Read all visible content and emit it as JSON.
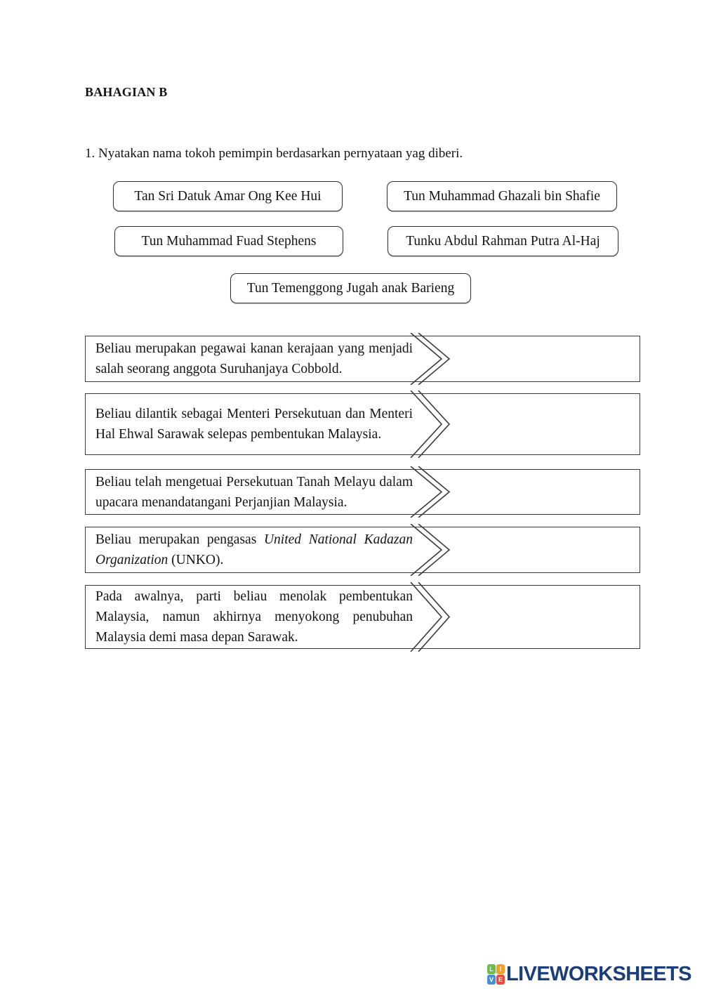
{
  "document": {
    "section_title": "BAHAGIAN B",
    "question": "1. Nyatakan nama tokoh pemimpin berdasarkan pernyataan yag diberi."
  },
  "name_options": [
    {
      "label": "Tan Sri Datuk Amar Ong Kee Hui"
    },
    {
      "label": "Tun Muhammad Ghazali bin Shafie"
    },
    {
      "label": "Tun Muhammad Fuad Stephens"
    },
    {
      "label": "Tunku Abdul Rahman Putra Al-Haj"
    },
    {
      "label": "Tun Temenggong Jugah anak Barieng"
    }
  ],
  "statements": [
    {
      "parts": [
        {
          "text": "Beliau merupakan pegawai kanan kerajaan yang menjadi salah seorang anggota Suruhanjaya Cobbold.",
          "italic": false
        }
      ],
      "answer": ""
    },
    {
      "parts": [
        {
          "text": "Beliau dilantik sebagai Menteri Persekutuan dan Menteri Hal Ehwal Sarawak selepas pembentukan Malaysia.",
          "italic": false
        }
      ],
      "answer": ""
    },
    {
      "parts": [
        {
          "text": "Beliau telah mengetuai Persekutuan Tanah Melayu dalam upacara menandatangani Perjanjian Malaysia.",
          "italic": false
        }
      ],
      "answer": ""
    },
    {
      "parts": [
        {
          "text": "Beliau merupakan pengasas ",
          "italic": false
        },
        {
          "text": "United National Kadazan Organization",
          "italic": true
        },
        {
          "text": " (UNKO).",
          "italic": false
        }
      ],
      "answer": ""
    },
    {
      "parts": [
        {
          "text": "Pada awalnya, parti beliau menolak pembentukan Malaysia, namun akhirnya menyokong penubuhan Malaysia demi masa depan Sarawak.",
          "italic": false
        }
      ],
      "answer": ""
    }
  ],
  "footer": {
    "brand": "LIVEWORKSHEETS",
    "brand_color": "#1b3d79",
    "logo_tiles": [
      {
        "letter": "L",
        "color": "#6abf47"
      },
      {
        "letter": "I",
        "color": "#f2a02b"
      },
      {
        "letter": "V",
        "color": "#4b8ed0"
      },
      {
        "letter": "E",
        "color": "#e64d3d"
      }
    ]
  }
}
